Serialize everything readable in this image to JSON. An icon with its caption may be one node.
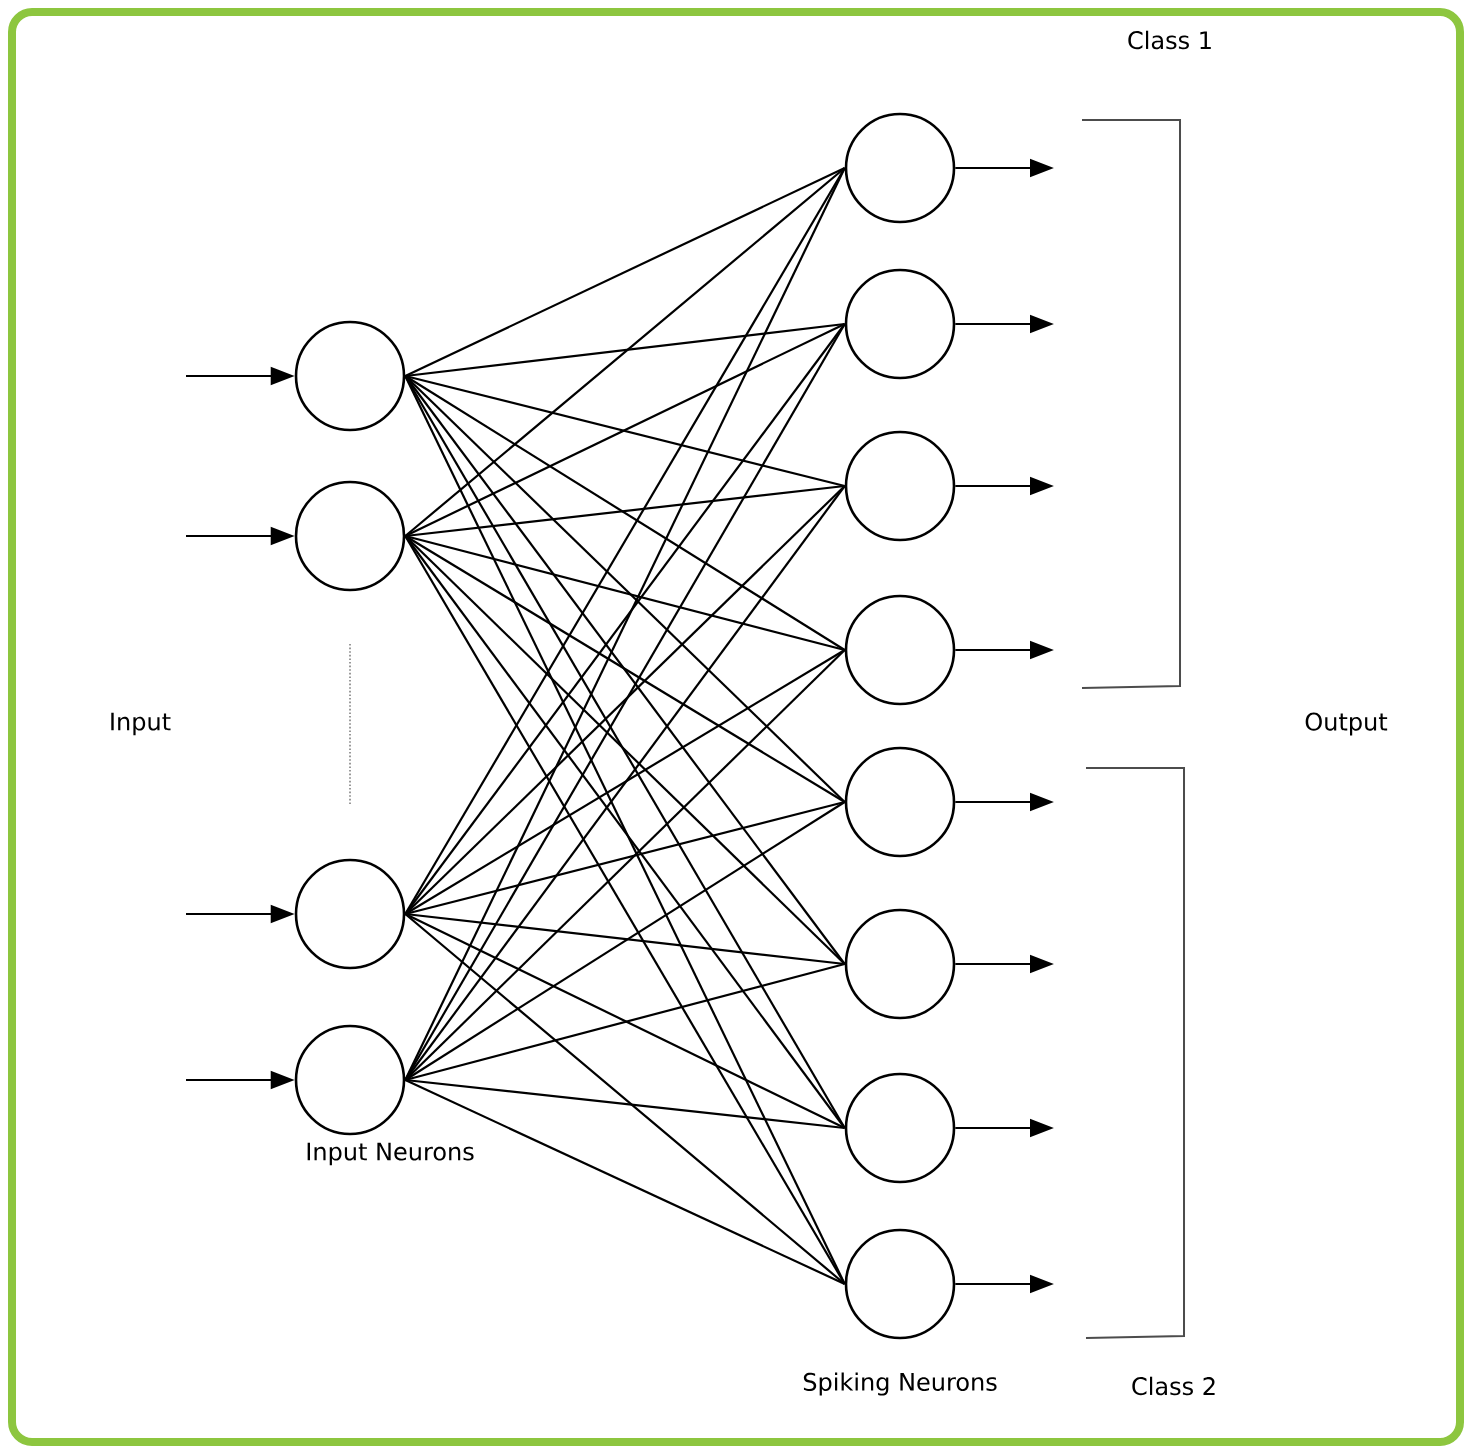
{
  "diagram": {
    "nodes": [
      {
        "text": [],
        "shape": "circle"
      },
      {
        "text": [],
        "shape": "circle"
      },
      {
        "text": [],
        "shape": "circle"
      },
      {
        "text": [],
        "shape": "circle"
      },
      {
        "text": [],
        "shape": "circle"
      },
      {
        "text": [],
        "shape": "circle"
      },
      {
        "text": [],
        "shape": "circle"
      },
      {
        "text": [],
        "shape": "circle"
      },
      {
        "text": [],
        "shape": "circle"
      },
      {
        "text": [],
        "shape": "circle"
      },
      {
        "text": [],
        "shape": "circle"
      },
      {
        "text": [],
        "shape": "circle"
      }
    ],
    "edges": [
      {
        "from": null,
        "to": 0,
        "arrow": "to"
      },
      {
        "from": null,
        "to": 1,
        "arrow": "to"
      },
      {
        "from": null,
        "to": 2,
        "arrow": "to"
      },
      {
        "from": null,
        "to": 3,
        "arrow": "to"
      },
      {
        "from": 0,
        "to": 4,
        "arrow": "none"
      },
      {
        "from": 0,
        "to": 5,
        "arrow": "none"
      },
      {
        "from": 0,
        "to": 6,
        "arrow": "none"
      },
      {
        "from": 0,
        "to": 7,
        "arrow": "none"
      },
      {
        "from": 0,
        "to": 8,
        "arrow": "none"
      },
      {
        "from": 0,
        "to": 9,
        "arrow": "none"
      },
      {
        "from": 0,
        "to": 10,
        "arrow": "none"
      },
      {
        "from": 0,
        "to": 11,
        "arrow": "none"
      },
      {
        "from": 1,
        "to": 4,
        "arrow": "none"
      },
      {
        "from": 1,
        "to": 5,
        "arrow": "none"
      },
      {
        "from": 1,
        "to": 6,
        "arrow": "none"
      },
      {
        "from": 1,
        "to": 7,
        "arrow": "none"
      },
      {
        "from": 1,
        "to": 8,
        "arrow": "none"
      },
      {
        "from": 1,
        "to": 9,
        "arrow": "none"
      },
      {
        "from": 1,
        "to": 10,
        "arrow": "none"
      },
      {
        "from": 1,
        "to": 11,
        "arrow": "none"
      },
      {
        "from": 2,
        "to": 4,
        "arrow": "none"
      },
      {
        "from": 2,
        "to": 5,
        "arrow": "none"
      },
      {
        "from": 2,
        "to": 6,
        "arrow": "none"
      },
      {
        "from": 2,
        "to": 7,
        "arrow": "none"
      },
      {
        "from": 2,
        "to": 8,
        "arrow": "none"
      },
      {
        "from": 2,
        "to": 9,
        "arrow": "none"
      },
      {
        "from": 2,
        "to": 10,
        "arrow": "none"
      },
      {
        "from": 2,
        "to": 11,
        "arrow": "none"
      },
      {
        "from": 3,
        "to": 4,
        "arrow": "none"
      },
      {
        "from": 3,
        "to": 5,
        "arrow": "none"
      },
      {
        "from": 3,
        "to": 6,
        "arrow": "none"
      },
      {
        "from": 3,
        "to": 7,
        "arrow": "none"
      },
      {
        "from": 3,
        "to": 8,
        "arrow": "none"
      },
      {
        "from": 3,
        "to": 9,
        "arrow": "none"
      },
      {
        "from": 3,
        "to": 10,
        "arrow": "none"
      },
      {
        "from": 3,
        "to": 11,
        "arrow": "none"
      },
      {
        "from": 4,
        "to": null,
        "arrow": "to"
      },
      {
        "from": 5,
        "to": null,
        "arrow": "to"
      },
      {
        "from": 6,
        "to": null,
        "arrow": "to"
      },
      {
        "from": 7,
        "to": null,
        "arrow": "to"
      },
      {
        "from": 8,
        "to": null,
        "arrow": "to"
      },
      {
        "from": 9,
        "to": null,
        "arrow": "to"
      },
      {
        "from": 10,
        "to": null,
        "arrow": "to"
      },
      {
        "from": 11,
        "to": null,
        "arrow": "to"
      }
    ],
    "labels": [
      "Class 1",
      "Input",
      "Output",
      "Input Neurons",
      "Spiking Neurons",
      "Class 2"
    ]
  }
}
